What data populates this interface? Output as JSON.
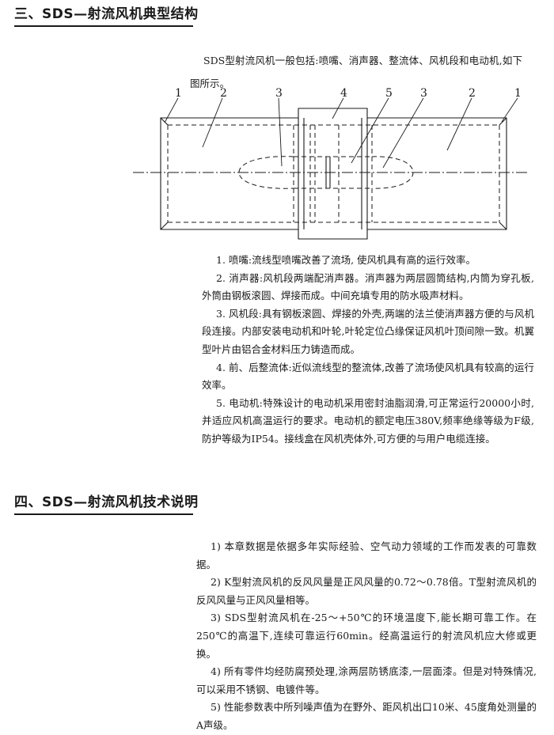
{
  "section3": {
    "title": "三、SDS—射流风机典型结构",
    "intro": "SDS型射流风机一般包括:喷嘴、消声器、整流体、风机段和电动机,如下图所示。",
    "diagram_labels": [
      "1",
      "2",
      "3",
      "4",
      "5",
      "3",
      "2",
      "1"
    ],
    "items": [
      "1. 喷嘴:流线型喷嘴改善了流场, 使风机具有高的运行效率。",
      "2. 消声器:风机段两端配消声器。消声器为两层圆筒结构,内筒为穿孔板,外筒由钢板滚圆、焊接而成。中间充填专用的防水吸声材料。",
      "3. 风机段:具有钢板滚圆、焊接的外壳,两端的法兰使消声器方便的与风机段连接。内部安装电动机和叶轮,叶轮定位凸缘保证风机叶顶间隙一致。机翼型叶片由铝合金材料压力铸造而成。",
      "4. 前、后整流体:近似流线型的整流体,改善了流场使风机具有较高的运行效率。",
      "5. 电动机:特殊设计的电动机采用密封油脂润滑,可正常运行20000小时,并适应风机高温运行的要求。电动机的额定电压380V,频率绝缘等级为F级,防护等级为IP54。接线盒在风机壳体外,可方便的与用户电缆连接。"
    ]
  },
  "section4": {
    "title": "四、SDS—射流风机技术说明",
    "items": [
      "1) 本章数据是依据多年实际经验、空气动力领域的工作而发表的可靠数据。",
      "2) K型射流风机的反风风量是正风风量的0.72～0.78倍。T型射流风机的反风风量与正风风量相等。",
      "3) SDS型射流风机在-25～+50℃的环境温度下,能长期可靠工作。在250℃的高温下,连续可靠运行60min。经高温运行的射流风机应大修或更换。",
      "4) 所有零件均经防腐预处理,涂两层防锈底漆,一层面漆。但是对特殊情况,可以采用不锈钢、电镀件等。",
      "5) 性能参数表中所列噪声值为在野外、距风机出口10米、45度角处测量的A声级。"
    ]
  }
}
